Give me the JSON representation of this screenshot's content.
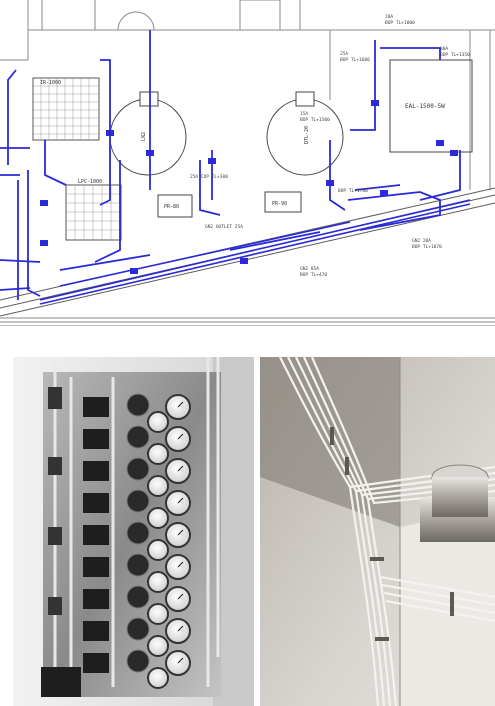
{
  "drawing": {
    "tank_labels": [
      "EAL-1500-5W",
      "DTL-20",
      "LN2",
      "PR-80",
      "PR-90"
    ],
    "panel_labels": [
      "IR-1000",
      "LPC-1000"
    ],
    "line_labels": [
      "20A",
      "BOP TL+1000",
      "25A",
      "BOP TL+1600",
      "15A",
      "BOP TL+1500",
      "80A",
      "BOP TL+1350",
      "25A COP TL+300",
      "GN2 OUTLET 25A",
      "GN2 85A",
      "BOP TL+470",
      "GN2 20A",
      "BOP TL+1870",
      "BOP TL+1700"
    ],
    "colors": {
      "process_line": "#2a2ad8",
      "linework": "#6a6a6a"
    }
  },
  "photos": [
    {
      "subject": "gas regulator panel with pressure gauges",
      "tone": "grayscale"
    },
    {
      "subject": "stainless tubing bundle and duct along ceiling",
      "tone": "sepia"
    }
  ]
}
